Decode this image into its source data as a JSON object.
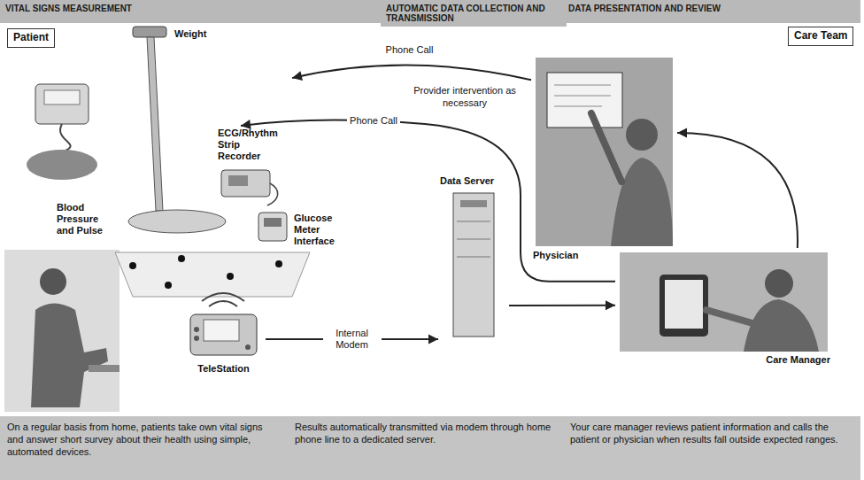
{
  "diagram": {
    "nodes": [
      {
        "text": [
          "VITAL SIGNS MEASUREMENT"
        ]
      },
      {
        "text": [
          "AUTOMATIC DATA COLLECTION AND TRANSMISSION"
        ]
      },
      {
        "text": [
          "DATA PRESENTATION AND REVIEW"
        ]
      },
      {
        "text": [
          "Patient"
        ]
      },
      {
        "text": [
          "Weight"
        ]
      },
      {
        "text": [
          "Physician"
        ]
      },
      {
        "text": [
          "Care Team"
        ]
      },
      {
        "text": [
          "Blood Pressure and Pulse"
        ]
      },
      {
        "text": [
          "ECG/Rhythm Strip Recorder"
        ]
      },
      {
        "text": [
          "Glucose Meter Interface"
        ]
      },
      {
        "text": [
          "Data Server"
        ]
      },
      {
        "text": [
          "Care Manager"
        ]
      },
      {
        "text": [
          "TeleStation"
        ]
      },
      {
        "text": [
          "On a regular basis from home, patients take own vital signs and answer short survey about their health using simple, automated devices."
        ]
      },
      {
        "text": [
          "Results automatically transmitted via modem through home phone line to a dedicated server."
        ]
      },
      {
        "text": [
          "Your care manager reviews patient information and calls the patient or physician when results fall outside expected ranges."
        ]
      }
    ],
    "edges": [
      {
        "from": 12,
        "to": 10,
        "label": "Internal Modem",
        "arrow": "to"
      },
      {
        "from": 10,
        "to": 11,
        "arrow": "to"
      },
      {
        "from": 11,
        "to": 5,
        "arrow": "to"
      },
      {
        "from": 5,
        "to": 4,
        "label": "Phone Call",
        "arrow": "to"
      },
      {
        "from": 11,
        "to": 8,
        "label": "Phone Call",
        "arrow": "to"
      }
    ],
    "labels": [
      "Provider intervention as necessary"
    ]
  }
}
